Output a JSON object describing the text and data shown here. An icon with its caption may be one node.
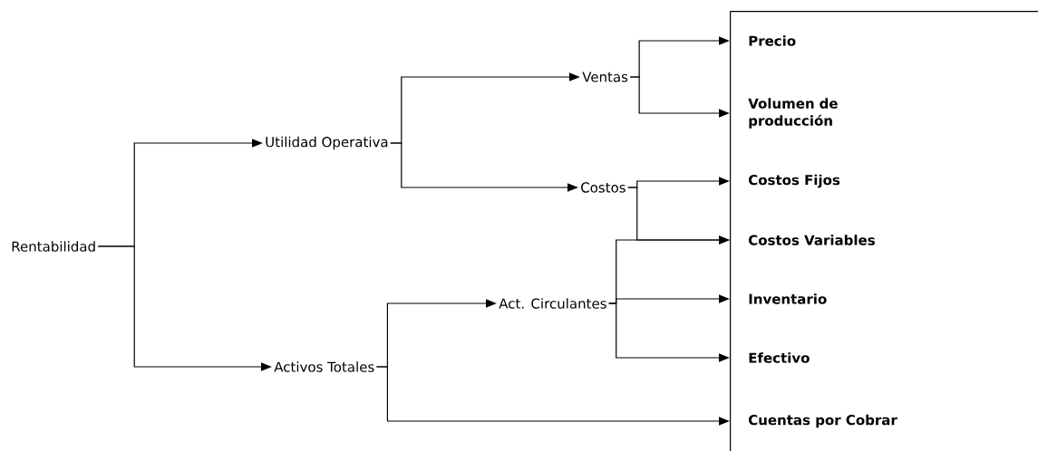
{
  "diagram": {
    "nodes": [
      {
        "text": [
          "Rentabilidad"
        ]
      },
      {
        "text": [
          "Utilidad Operativa"
        ]
      },
      {
        "text": [
          "Activos Totales"
        ]
      },
      {
        "text": [
          "Ventas"
        ]
      },
      {
        "text": [
          "Costos"
        ]
      },
      {
        "text": [
          "Act. Circulantes"
        ]
      },
      {
        "text": [],
        "shape": "box"
      },
      {
        "text": [
          "Precio"
        ],
        "in": 6
      },
      {
        "text": [
          "Volumen de producción"
        ],
        "in": 6
      },
      {
        "text": [
          "Costos Fijos"
        ],
        "in": 6
      },
      {
        "text": [
          "Costos Variables"
        ],
        "in": 6
      },
      {
        "text": [
          "Inventario"
        ],
        "in": 6
      },
      {
        "text": [
          "Efectivo"
        ],
        "in": 6
      },
      {
        "text": [
          "Cuentas por Cobrar"
        ],
        "in": 6
      }
    ],
    "edges": [
      {
        "from": 0,
        "to": 1,
        "arrow": "to"
      },
      {
        "from": 0,
        "to": 2,
        "arrow": "to"
      },
      {
        "from": 1,
        "to": 3,
        "arrow": "to"
      },
      {
        "from": 1,
        "to": 4,
        "arrow": "to"
      },
      {
        "from": 2,
        "to": 5,
        "arrow": "to"
      },
      {
        "from": 2,
        "to": 13,
        "arrow": "to"
      },
      {
        "from": 3,
        "to": 7,
        "arrow": "to"
      },
      {
        "from": 3,
        "to": 8,
        "arrow": "to"
      },
      {
        "from": 4,
        "to": 9,
        "arrow": "to"
      },
      {
        "from": 4,
        "to": 10,
        "arrow": "to"
      },
      {
        "from": 5,
        "to": 10,
        "arrow": "to"
      },
      {
        "from": 5,
        "to": 11,
        "arrow": "to"
      },
      {
        "from": 5,
        "to": 12,
        "arrow": "to"
      }
    ]
  }
}
